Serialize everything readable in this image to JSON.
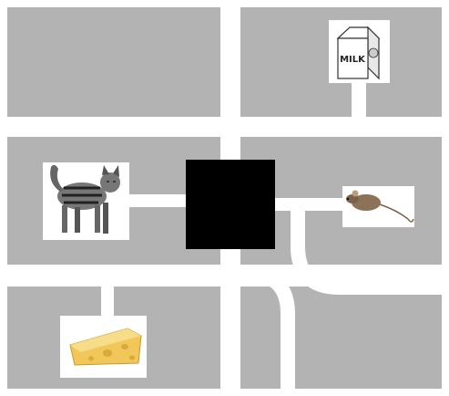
{
  "board": {
    "background_color": "#ffffff",
    "block_color": "#b3b3b3",
    "path_color": "#ffffff",
    "center_color": "#000000"
  },
  "items": [
    {
      "name": "milk",
      "icon": "milk-carton-icon",
      "label": "MILK"
    },
    {
      "name": "cat",
      "icon": "cat-icon"
    },
    {
      "name": "mouse",
      "icon": "mouse-icon"
    },
    {
      "name": "cheese",
      "icon": "cheese-icon"
    }
  ]
}
